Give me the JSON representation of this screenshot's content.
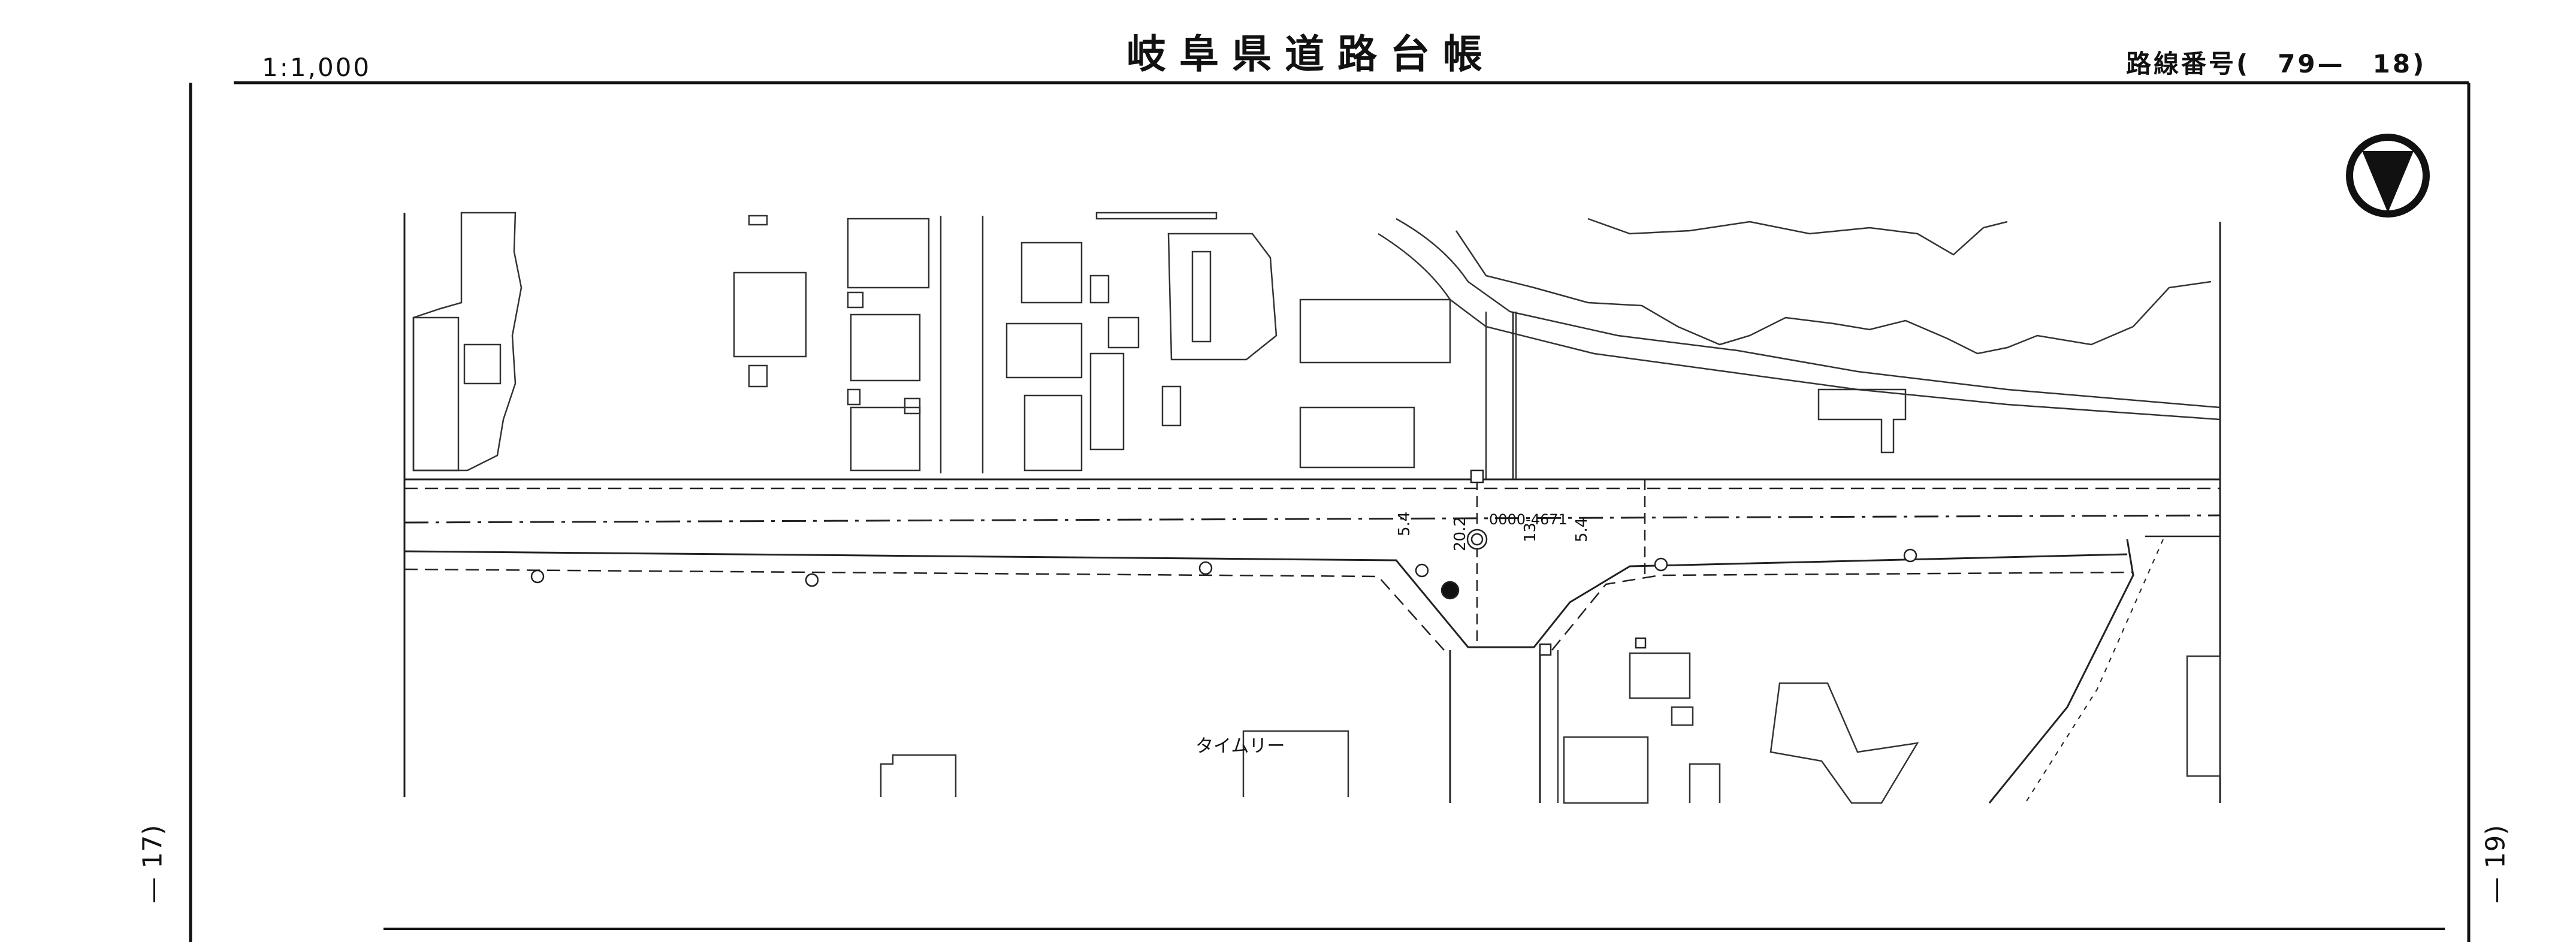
{
  "header": {
    "scale": "1:1,000",
    "title": "岐阜県道路台帳",
    "route_number": "路線番号(　79—　18)"
  },
  "side_labels": {
    "left": "— 17)",
    "right": "— 19)"
  },
  "map": {
    "label_store": "タイムリー",
    "survey_label": "0000-4671",
    "dim_labels": [
      "5.4",
      "20.2",
      "13",
      "5.4"
    ]
  },
  "colors": {
    "ink": "#111111",
    "paper": "#ffffff"
  }
}
